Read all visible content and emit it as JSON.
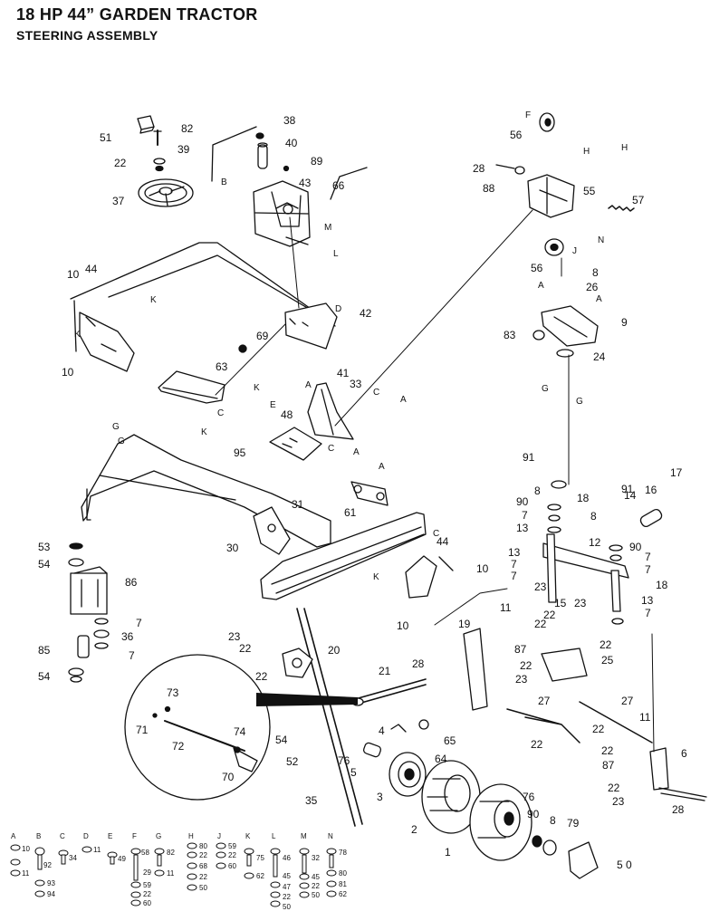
{
  "title": "18 HP 44” GARDEN TRACTOR",
  "subtitle": "STEERING ASSEMBLY",
  "part_labels": [
    {
      "id": "p51",
      "text": "51"
    },
    {
      "id": "p82",
      "text": "82"
    },
    {
      "id": "p22a",
      "text": "22"
    },
    {
      "id": "p39",
      "text": "39"
    },
    {
      "id": "p37",
      "text": "37"
    },
    {
      "id": "p38",
      "text": "38"
    },
    {
      "id": "p40",
      "text": "40"
    },
    {
      "id": "p89",
      "text": "89"
    },
    {
      "id": "p43",
      "text": "43"
    },
    {
      "id": "p66",
      "text": "66"
    },
    {
      "id": "p10a",
      "text": "10"
    },
    {
      "id": "p44a",
      "text": "44"
    },
    {
      "id": "p10b",
      "text": "10"
    },
    {
      "id": "p42",
      "text": "42"
    },
    {
      "id": "p69",
      "text": "69"
    },
    {
      "id": "p63",
      "text": "63"
    },
    {
      "id": "p41",
      "text": "41"
    },
    {
      "id": "p33",
      "text": "33"
    },
    {
      "id": "p48",
      "text": "48"
    },
    {
      "id": "p95",
      "text": "95"
    },
    {
      "id": "p61",
      "text": "61"
    },
    {
      "id": "p31",
      "text": "31"
    },
    {
      "id": "p30",
      "text": "30"
    },
    {
      "id": "p53",
      "text": "53"
    },
    {
      "id": "p54a",
      "text": "54"
    },
    {
      "id": "p86",
      "text": "86"
    },
    {
      "id": "p7a",
      "text": "7"
    },
    {
      "id": "p36",
      "text": "36"
    },
    {
      "id": "p85",
      "text": "85"
    },
    {
      "id": "p7b",
      "text": "7"
    },
    {
      "id": "p54b",
      "text": "54"
    },
    {
      "id": "p44b",
      "text": "44"
    },
    {
      "id": "p10c",
      "text": "10"
    },
    {
      "id": "p10d",
      "text": "10"
    },
    {
      "id": "p23a",
      "text": "23"
    },
    {
      "id": "p22b",
      "text": "22"
    },
    {
      "id": "p20",
      "text": "20"
    },
    {
      "id": "p22c",
      "text": "22"
    },
    {
      "id": "p73",
      "text": "73"
    },
    {
      "id": "p71",
      "text": "71"
    },
    {
      "id": "p72",
      "text": "72"
    },
    {
      "id": "p74",
      "text": "74"
    },
    {
      "id": "p70",
      "text": "70"
    },
    {
      "id": "p54c",
      "text": "54"
    },
    {
      "id": "p52",
      "text": "52"
    },
    {
      "id": "p35",
      "text": "35"
    },
    {
      "id": "p21",
      "text": "21"
    },
    {
      "id": "p28a",
      "text": "28"
    },
    {
      "id": "p19",
      "text": "19"
    },
    {
      "id": "p11a",
      "text": "11"
    },
    {
      "id": "p87a",
      "text": "87"
    },
    {
      "id": "p4",
      "text": "4"
    },
    {
      "id": "p65",
      "text": "65"
    },
    {
      "id": "p64",
      "text": "64"
    },
    {
      "id": "p76a",
      "text": "76"
    },
    {
      "id": "p5",
      "text": "5"
    },
    {
      "id": "p3",
      "text": "3"
    },
    {
      "id": "p2",
      "text": "2"
    },
    {
      "id": "p1",
      "text": "1"
    },
    {
      "id": "p76b",
      "text": "76"
    },
    {
      "id": "p90a",
      "text": "90"
    },
    {
      "id": "p8a",
      "text": "8"
    },
    {
      "id": "p79",
      "text": "79"
    },
    {
      "id": "p50",
      "text": "5 0"
    },
    {
      "id": "p56a",
      "text": "56"
    },
    {
      "id": "p28b",
      "text": "28"
    },
    {
      "id": "p88",
      "text": "88"
    },
    {
      "id": "p55",
      "text": "55"
    },
    {
      "id": "p57",
      "text": "57"
    },
    {
      "id": "p56b",
      "text": "56"
    },
    {
      "id": "p8b",
      "text": "8"
    },
    {
      "id": "p26",
      "text": "26"
    },
    {
      "id": "p9",
      "text": "9"
    },
    {
      "id": "p83",
      "text": "83"
    },
    {
      "id": "p24",
      "text": "24"
    },
    {
      "id": "p91a",
      "text": "91"
    },
    {
      "id": "p8c",
      "text": "8"
    },
    {
      "id": "p90b",
      "text": "90"
    },
    {
      "id": "p7c",
      "text": "7"
    },
    {
      "id": "p13a",
      "text": "13"
    },
    {
      "id": "p18a",
      "text": "18"
    },
    {
      "id": "p91b",
      "text": "91"
    },
    {
      "id": "p8d",
      "text": "8"
    },
    {
      "id": "p14",
      "text": "14"
    },
    {
      "id": "p16",
      "text": "16"
    },
    {
      "id": "p17",
      "text": "17"
    },
    {
      "id": "p90c",
      "text": "90"
    },
    {
      "id": "p12",
      "text": "12"
    },
    {
      "id": "p7d",
      "text": "7"
    },
    {
      "id": "p7e",
      "text": "7"
    },
    {
      "id": "p18b",
      "text": "18"
    },
    {
      "id": "p13b",
      "text": "13"
    },
    {
      "id": "p7f",
      "text": "7"
    },
    {
      "id": "p7g",
      "text": "7"
    },
    {
      "id": "p23b",
      "text": "23"
    },
    {
      "id": "p15",
      "text": "15"
    },
    {
      "id": "p23c",
      "text": "23"
    },
    {
      "id": "p13c",
      "text": "13"
    },
    {
      "id": "p7h",
      "text": "7"
    },
    {
      "id": "p22d",
      "text": "22"
    },
    {
      "id": "p22e",
      "text": "22"
    },
    {
      "id": "p25",
      "text": "25"
    },
    {
      "id": "p22f",
      "text": "22"
    },
    {
      "id": "p23d",
      "text": "23"
    },
    {
      "id": "p22g",
      "text": "22"
    },
    {
      "id": "p27a",
      "text": "27"
    },
    {
      "id": "p27b",
      "text": "27"
    },
    {
      "id": "p22h",
      "text": "22"
    },
    {
      "id": "p22i",
      "text": "22"
    },
    {
      "id": "p11b",
      "text": "11"
    },
    {
      "id": "p22j",
      "text": "22"
    },
    {
      "id": "p6",
      "text": "6"
    },
    {
      "id": "p87b",
      "text": "87"
    },
    {
      "id": "p22k",
      "text": "22"
    },
    {
      "id": "p23e",
      "text": "23"
    },
    {
      "id": "p28c",
      "text": "28"
    }
  ],
  "ref_letters": [
    {
      "id": "rF",
      "text": "F"
    },
    {
      "id": "rH1",
      "text": "H"
    },
    {
      "id": "rH2",
      "text": "H"
    },
    {
      "id": "rB",
      "text": "B"
    },
    {
      "id": "rM",
      "text": "M"
    },
    {
      "id": "rL",
      "text": "L"
    },
    {
      "id": "rJ",
      "text": "J"
    },
    {
      "id": "rN",
      "text": "N"
    },
    {
      "id": "rK1",
      "text": "K"
    },
    {
      "id": "rK2",
      "text": "K"
    },
    {
      "id": "rD",
      "text": "D"
    },
    {
      "id": "rA1",
      "text": "A"
    },
    {
      "id": "rA2",
      "text": "A"
    },
    {
      "id": "rG1",
      "text": "G"
    },
    {
      "id": "rG2",
      "text": "G"
    },
    {
      "id": "rC1",
      "text": "C"
    },
    {
      "id": "rK3",
      "text": "K"
    },
    {
      "id": "rA3",
      "text": "A"
    },
    {
      "id": "rE",
      "text": "E"
    },
    {
      "id": "rC2",
      "text": "C"
    },
    {
      "id": "rA4",
      "text": "A"
    },
    {
      "id": "rC3",
      "text": "C"
    },
    {
      "id": "rG3",
      "text": "G"
    },
    {
      "id": "rK4",
      "text": "K"
    },
    {
      "id": "rA5",
      "text": "A"
    },
    {
      "id": "rA6",
      "text": "A"
    },
    {
      "id": "rC4",
      "text": "C"
    },
    {
      "id": "rK5",
      "text": "K"
    },
    {
      "id": "rG4",
      "text": "G"
    }
  ],
  "hardware_key": [
    {
      "letter": "A",
      "items": [
        "10",
        "11"
      ]
    },
    {
      "letter": "B",
      "items": [
        "92",
        "93",
        "94"
      ]
    },
    {
      "letter": "C",
      "items": [
        "34"
      ]
    },
    {
      "letter": "D",
      "items": [
        "11"
      ]
    },
    {
      "letter": "E",
      "items": [
        "49"
      ]
    },
    {
      "letter": "F",
      "items": [
        "58",
        "29",
        "59",
        "22",
        "60"
      ]
    },
    {
      "letter": "G",
      "items": [
        "82",
        "11"
      ]
    },
    {
      "letter": "H",
      "items": [
        "80",
        "22",
        "68",
        "22",
        "50"
      ]
    },
    {
      "letter": "J",
      "items": [
        "59",
        "22",
        "60"
      ]
    },
    {
      "letter": "K",
      "items": [
        "75",
        "62"
      ]
    },
    {
      "letter": "L",
      "items": [
        "46",
        "45",
        "47",
        "22",
        "50"
      ]
    },
    {
      "letter": "M",
      "items": [
        "32",
        "45",
        "22",
        "50"
      ]
    },
    {
      "letter": "N",
      "items": [
        "78",
        "80",
        "81",
        "62"
      ]
    }
  ]
}
